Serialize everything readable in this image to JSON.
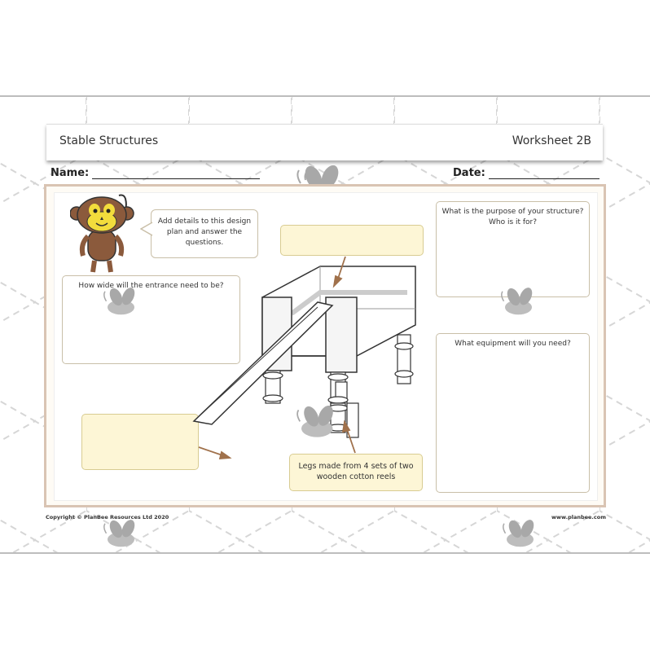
{
  "header": {
    "title": "Stable Structures",
    "worksheet": "Worksheet 2B"
  },
  "fields": {
    "name_label": "Name:",
    "date_label": "Date:"
  },
  "boxes": {
    "instructions": "Add details to this design plan and answer the questions.",
    "entrance_question": "How wide will the entrance need to be?",
    "purpose_question": "What is the purpose of your structure? Who is it for?",
    "equipment_question": "What equipment will you need?",
    "legs_note": "Legs made from 4 sets of two wooden cotton reels",
    "blank_top": "",
    "blank_left": ""
  },
  "footer": {
    "copyright": "Copyright © PlanBee Resources Ltd 2020",
    "website": "www.planbee.com"
  },
  "icons": {
    "mascot": "monkey-mascot-icon",
    "bee": "bee-watermark-icon"
  },
  "colors": {
    "frame": "#d9c4b3",
    "note_fill": "#fdf6d6",
    "arrow": "#a0714b"
  }
}
